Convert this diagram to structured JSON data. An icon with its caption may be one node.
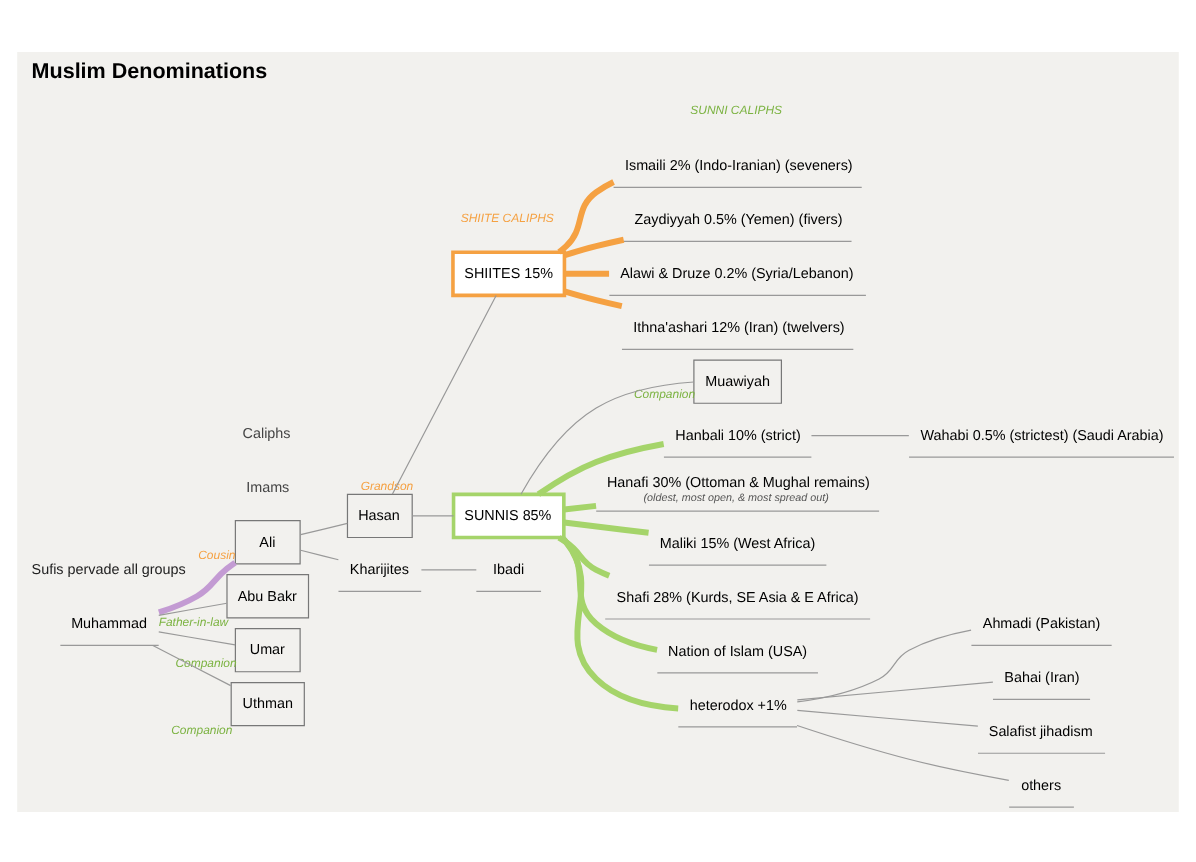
{
  "diagram": {
    "title": "Muslim Denominations",
    "nodes": [
      {
        "text": [
          "Muhammad"
        ]
      },
      {
        "text": [
          "Ali"
        ],
        "beside": [
          "Cousin"
        ]
      },
      {
        "text": [
          "Hasan"
        ],
        "beside": [
          "Grandson"
        ]
      },
      {
        "text": [
          "Kharijites"
        ]
      },
      {
        "text": [
          "Ibadi"
        ]
      },
      {
        "text": [
          "SHIITES 15%"
        ]
      },
      {
        "text": [
          "Ismaili 2% (Indo-Iranian) (seveners)"
        ]
      },
      {
        "text": [
          "Zaydiyyah 0.5% (Yemen) (fivers)"
        ]
      },
      {
        "text": [
          "Alawi & Druze 0.2% (Syria/Lebanon)"
        ]
      },
      {
        "text": [
          "Ithna'ashari 12% (Iran) (twelvers)"
        ]
      },
      {
        "text": [
          "Abu Bakr"
        ],
        "beside": [
          "Father-in-law"
        ]
      },
      {
        "text": [
          "Umar"
        ],
        "beside": [
          "Companion"
        ]
      },
      {
        "text": [
          "Uthman"
        ],
        "beside": [
          "Companion"
        ]
      },
      {
        "text": [
          "Muawiyah"
        ],
        "beside": [
          "Companion"
        ]
      },
      {
        "text": [
          "SUNNIS 85%"
        ]
      },
      {
        "text": [
          "Hanbali 10% (strict)"
        ]
      },
      {
        "text": [
          "Wahabi 0.5% (strictest) (Saudi Arabia)"
        ]
      },
      {
        "text": [
          "Hanafi 30% (Ottoman & Mughal remains)",
          "(oldest, most open, & most spread out)"
        ]
      },
      {
        "text": [
          "Maliki 15% (West Africa)"
        ]
      },
      {
        "text": [
          "Shafi 28% (Kurds, SE Asia & E Africa)"
        ]
      },
      {
        "text": [
          "Nation of Islam (USA)"
        ]
      },
      {
        "text": [
          "heterodox +1%"
        ]
      },
      {
        "text": [
          "Ahmadi (Pakistan)"
        ]
      },
      {
        "text": [
          "Bahai (Iran)"
        ]
      },
      {
        "text": [
          "Salafist jihadism"
        ]
      },
      {
        "text": [
          "others"
        ]
      }
    ],
    "edges": [
      {
        "from": 0,
        "to": 1,
        "arrow": "none",
        "style": "thick",
        "color": "#c39bd3"
      },
      {
        "from": 1,
        "to": 3,
        "arrow": "none"
      },
      {
        "from": 3,
        "to": 4,
        "arrow": "none"
      },
      {
        "from": 1,
        "to": 2,
        "arrow": "none"
      },
      {
        "from": 2,
        "to": 5,
        "arrow": "none"
      },
      {
        "from": 5,
        "to": 6,
        "arrow": "none",
        "style": "thick",
        "color": "#f5a142"
      },
      {
        "from": 5,
        "to": 7,
        "arrow": "none",
        "style": "thick",
        "color": "#f5a142"
      },
      {
        "from": 5,
        "to": 8,
        "arrow": "none",
        "style": "thick",
        "color": "#f5a142"
      },
      {
        "from": 5,
        "to": 9,
        "arrow": "none",
        "style": "thick",
        "color": "#f5a142"
      },
      {
        "from": 0,
        "to": 10,
        "arrow": "none"
      },
      {
        "from": 0,
        "to": 11,
        "arrow": "none"
      },
      {
        "from": 0,
        "to": 12,
        "arrow": "none"
      },
      {
        "from": 2,
        "to": 14,
        "arrow": "none"
      },
      {
        "from": 14,
        "to": 13,
        "arrow": "none"
      },
      {
        "from": 14,
        "to": 15,
        "arrow": "none",
        "style": "thick",
        "color": "#a5d46a"
      },
      {
        "from": 15,
        "to": 16,
        "arrow": "none"
      },
      {
        "from": 14,
        "to": 17,
        "arrow": "none",
        "style": "thick",
        "color": "#a5d46a"
      },
      {
        "from": 14,
        "to": 18,
        "arrow": "none",
        "style": "thick",
        "color": "#a5d46a"
      },
      {
        "from": 14,
        "to": 19,
        "arrow": "none",
        "style": "thick",
        "color": "#a5d46a"
      },
      {
        "from": 14,
        "to": 20,
        "arrow": "none",
        "style": "thick",
        "color": "#a5d46a"
      },
      {
        "from": 14,
        "to": 21,
        "arrow": "none",
        "style": "thick",
        "color": "#a5d46a"
      },
      {
        "from": 21,
        "to": 22,
        "arrow": "none"
      },
      {
        "from": 21,
        "to": 23,
        "arrow": "none"
      },
      {
        "from": 21,
        "to": 24,
        "arrow": "none"
      },
      {
        "from": 21,
        "to": 25,
        "arrow": "none"
      }
    ],
    "labels": [
      "Sufis pervade all groups",
      "Imams",
      "Caliphs",
      "SHIITE CALIPHS",
      "SUNNI CALIPHS"
    ]
  }
}
